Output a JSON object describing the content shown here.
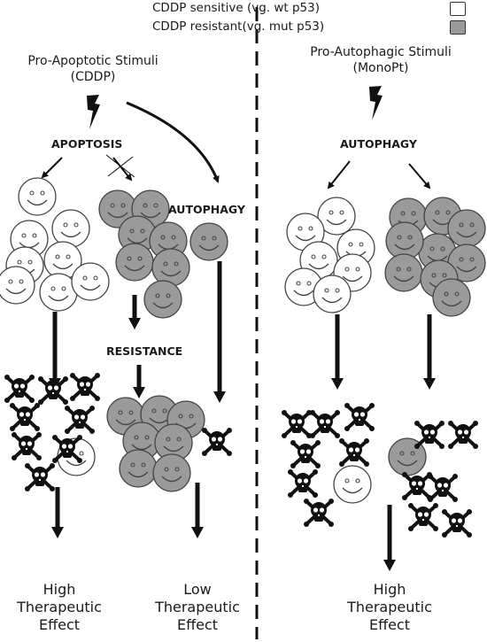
{
  "legend": {
    "sensitive_label": "CDDP sensitive (vg. wt p53)",
    "resistant_label": "CDDP resistant(vg. mut p53)",
    "sensitive_color": "#ffffff",
    "resistant_color": "#9a9a9a"
  },
  "left": {
    "stimulus_line1": "Pro-Apoptotic Stimuli",
    "stimulus_line2": "(CDDP)",
    "apoptosis": "APOPTOSIS",
    "autophagy": "AUTOPHAGY",
    "resistance": "RESISTANCE",
    "effect_high": [
      "High",
      "Therapeutic",
      "Effect"
    ],
    "effect_low": [
      "Low",
      "Therapeutic",
      "Effect"
    ]
  },
  "right": {
    "stimulus_line1": "Pro-Autophagic Stimuli",
    "stimulus_line2": "(MonoPt)",
    "autophagy": "AUTOPHAGY",
    "effect_high": [
      "High",
      "Therapeutic",
      "Effect"
    ]
  },
  "icons": [
    "lightning-bolt-icon",
    "smiley-cell-icon",
    "skull-crossbones-icon",
    "blocked-x-icon"
  ]
}
